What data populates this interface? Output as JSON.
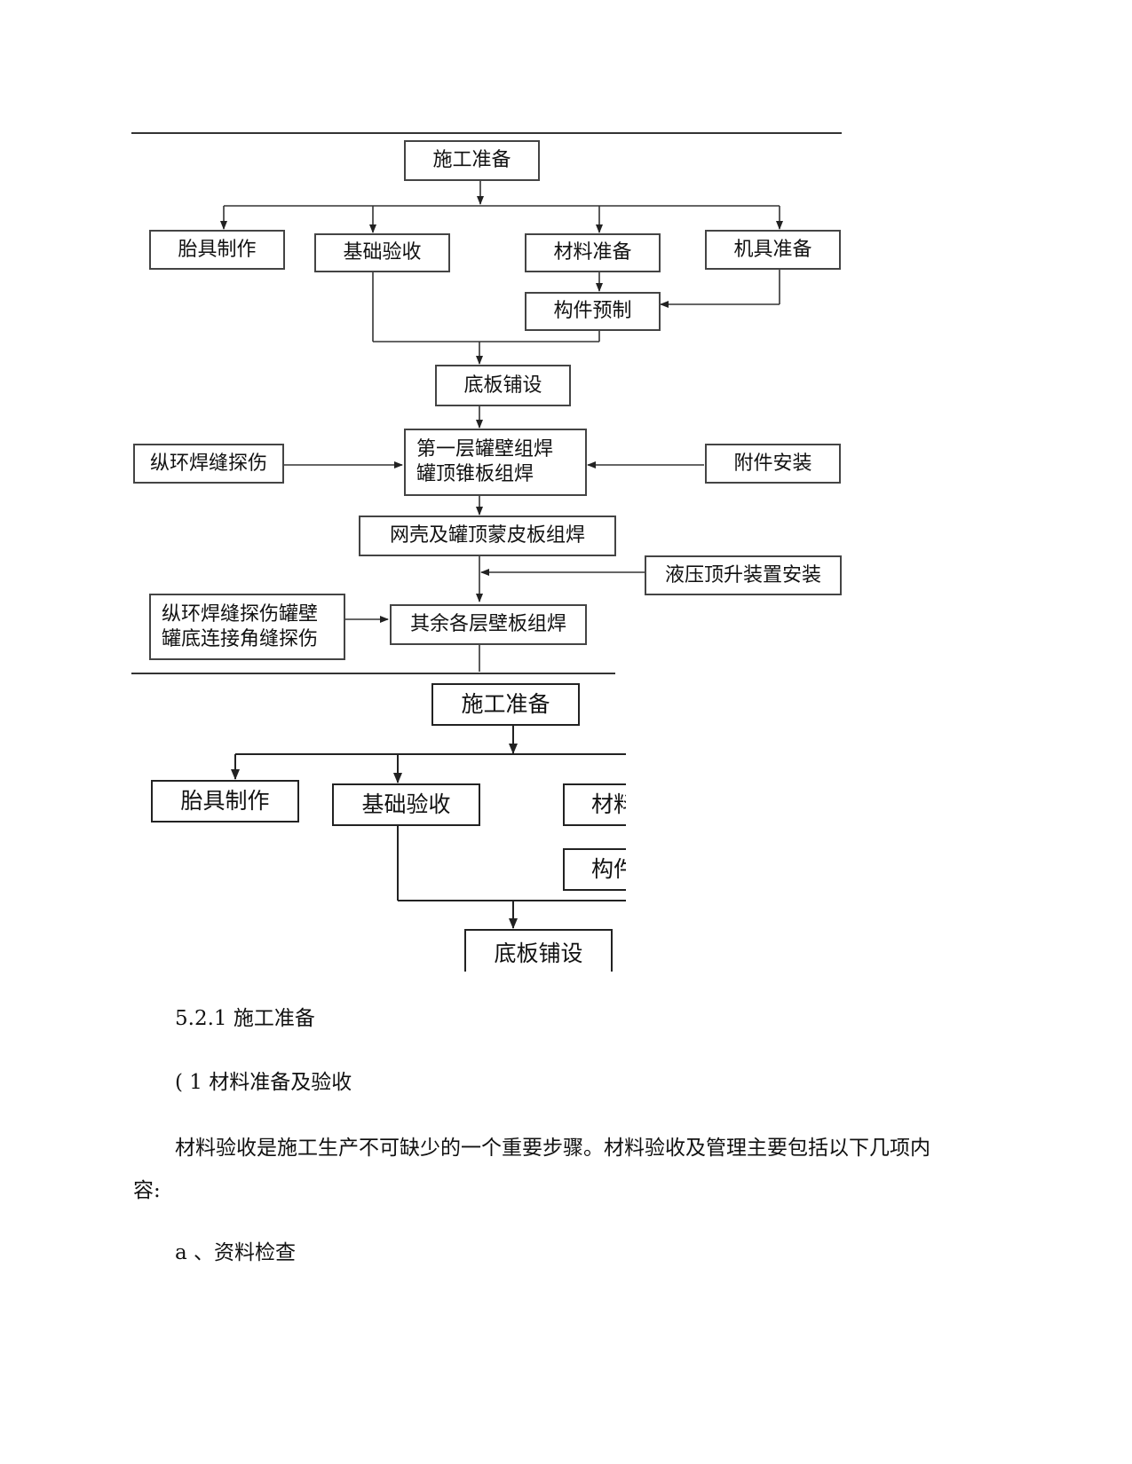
{
  "flowchart_1": {
    "shigong_zhunbei": "施工准备",
    "taiju_zhizuo": "胎具制作",
    "jichu_yanshou": "基础验收",
    "cailiao_zhunbei": "材料准备",
    "jiju_zhunbei": "机具准备",
    "goujian_yuzhi": "构件预制",
    "diban_pushe": "底板铺设",
    "diyiceng_line1": "第一层罐壁组焊",
    "diyiceng_line2": "罐顶锥板组焊",
    "zonghuan_tanshang": "纵环焊缝探伤",
    "fujian_anzhuang": "附件安装",
    "wangke": "网壳及罐顶蒙皮板组焊",
    "yeya": "液压顶升装置安装",
    "zonghuan2_line1": "纵环焊缝探伤罐壁",
    "zonghuan2_line2": "罐底连接角缝探伤",
    "qiyu": "其余各层壁板组焊"
  },
  "flowchart_2": {
    "shigong_zhunbei": "施工准备",
    "taiju_zhizuo": "胎具制作",
    "jichu_yanshou": "基础验收",
    "cailiao_partial": "材料",
    "goujian_partial": "构件",
    "diban_pushe": "底板铺设"
  },
  "text": {
    "heading": "5.2.1 施工准备",
    "subheading": "( 1 材料准备及验收",
    "para_line1": "材料验收是施工生产不可缺少的一个重要步骤。材料验收及管理主要包括以下几项内",
    "para_line2": "容:",
    "item_a": "a 、资料检查"
  }
}
